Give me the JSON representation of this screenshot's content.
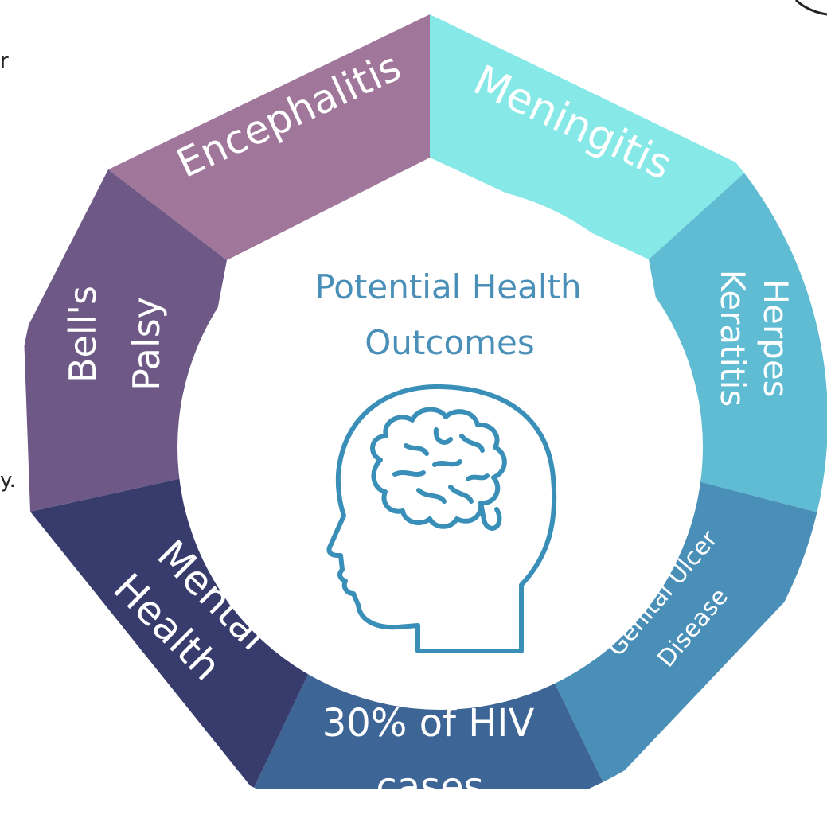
{
  "center": {
    "title_line1": "Potential Health",
    "title_line2": "Outcomes",
    "icon": "head-brain-icon"
  },
  "segments": [
    {
      "id": "meningitis",
      "lines": [
        "Meningitis"
      ],
      "color": "#87e8e8"
    },
    {
      "id": "herpes-keratitis",
      "lines": [
        "Herpes",
        "Keratitis"
      ],
      "color": "#5fbcd3"
    },
    {
      "id": "genital-ulcer-disease",
      "lines": [
        "Genital Ulcer",
        "Disease"
      ],
      "color": "#4a8fb8"
    },
    {
      "id": "hiv-cases",
      "lines": [
        "30% of HIV",
        "cases"
      ],
      "color": "#3d6595"
    },
    {
      "id": "mental-health",
      "lines": [
        "Mental",
        "Health"
      ],
      "color": "#373c6c"
    },
    {
      "id": "bells-palsy",
      "lines": [
        "Bell's",
        "Palsy"
      ],
      "color": "#6e5886"
    },
    {
      "id": "encephalitis",
      "lines": [
        "Encephalitis"
      ],
      "color": "#a0769b"
    }
  ],
  "edge_fragments": {
    "left_top": "r",
    "left_bottom": "y."
  }
}
